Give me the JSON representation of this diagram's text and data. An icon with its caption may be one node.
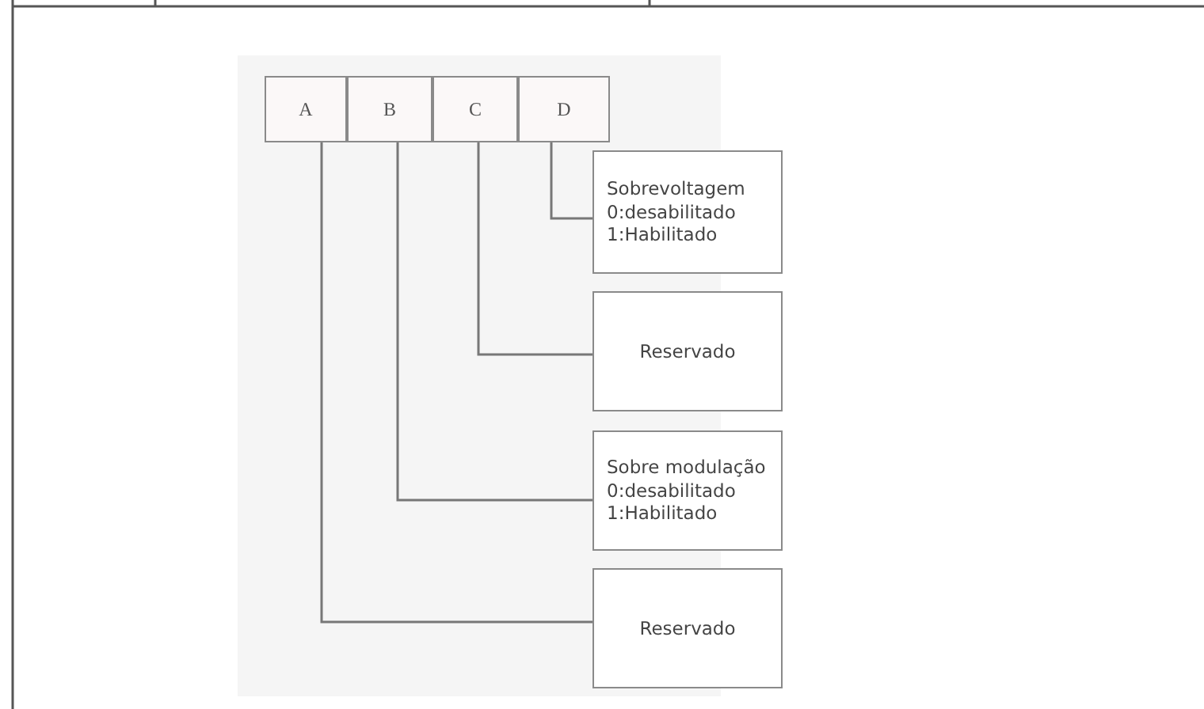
{
  "diagram": {
    "nodes": [
      {
        "text": [
          "A"
        ]
      },
      {
        "text": [
          "B"
        ]
      },
      {
        "text": [
          "C"
        ]
      },
      {
        "text": [
          "D"
        ]
      },
      {
        "text": [
          "Sobrevoltagem",
          "0:desabilitado",
          "1:Habilitado"
        ]
      },
      {
        "text": [
          "Reservado"
        ]
      },
      {
        "text": [
          "Sobre modulação",
          "0:desabilitado",
          "1:Habilitado"
        ]
      },
      {
        "text": [
          "Reservado"
        ]
      }
    ],
    "edges": [
      {
        "from": 3,
        "to": 4,
        "arrow": "none"
      },
      {
        "from": 2,
        "to": 5,
        "arrow": "none"
      },
      {
        "from": 1,
        "to": 6,
        "arrow": "none"
      },
      {
        "from": 0,
        "to": 7,
        "arrow": "none"
      }
    ]
  }
}
